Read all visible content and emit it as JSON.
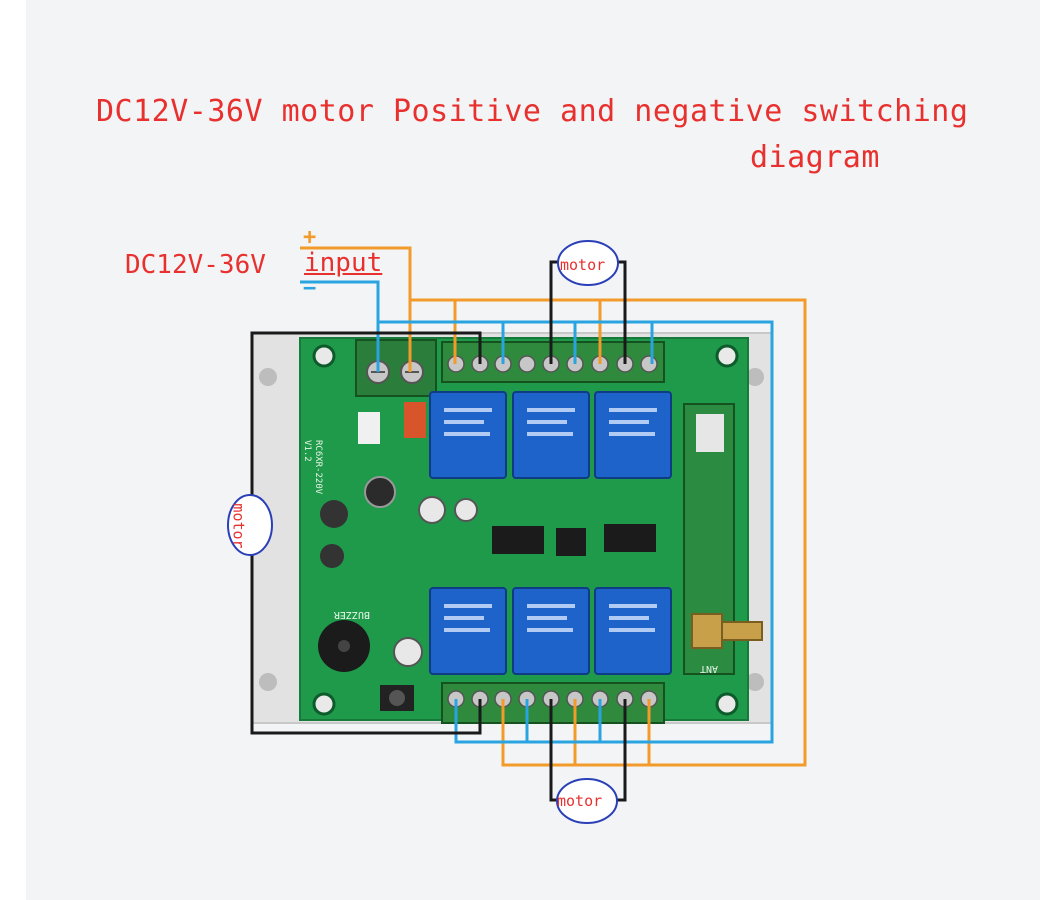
{
  "title": {
    "line1": "DC12V-36V motor Positive and negative switching",
    "line2": "diagram"
  },
  "input": {
    "voltage": "DC12V-36V",
    "word": "input",
    "plus": "+",
    "minus": "−"
  },
  "motors": {
    "top": "motor",
    "left": "motor",
    "bottom": "motor"
  },
  "board": {
    "model": "RC6XR-220V",
    "version": "V1.2",
    "buzzer_label": "BUZZER",
    "antenna_label": "ANT"
  },
  "colors": {
    "title_red": "#e8312f",
    "positive_wire": "#f29b2a",
    "negative_wire": "#2aa4e0",
    "motor_wire": "#1a1a1a",
    "board_green": "#1f9a4a",
    "relay_blue": "#1e63c9"
  }
}
